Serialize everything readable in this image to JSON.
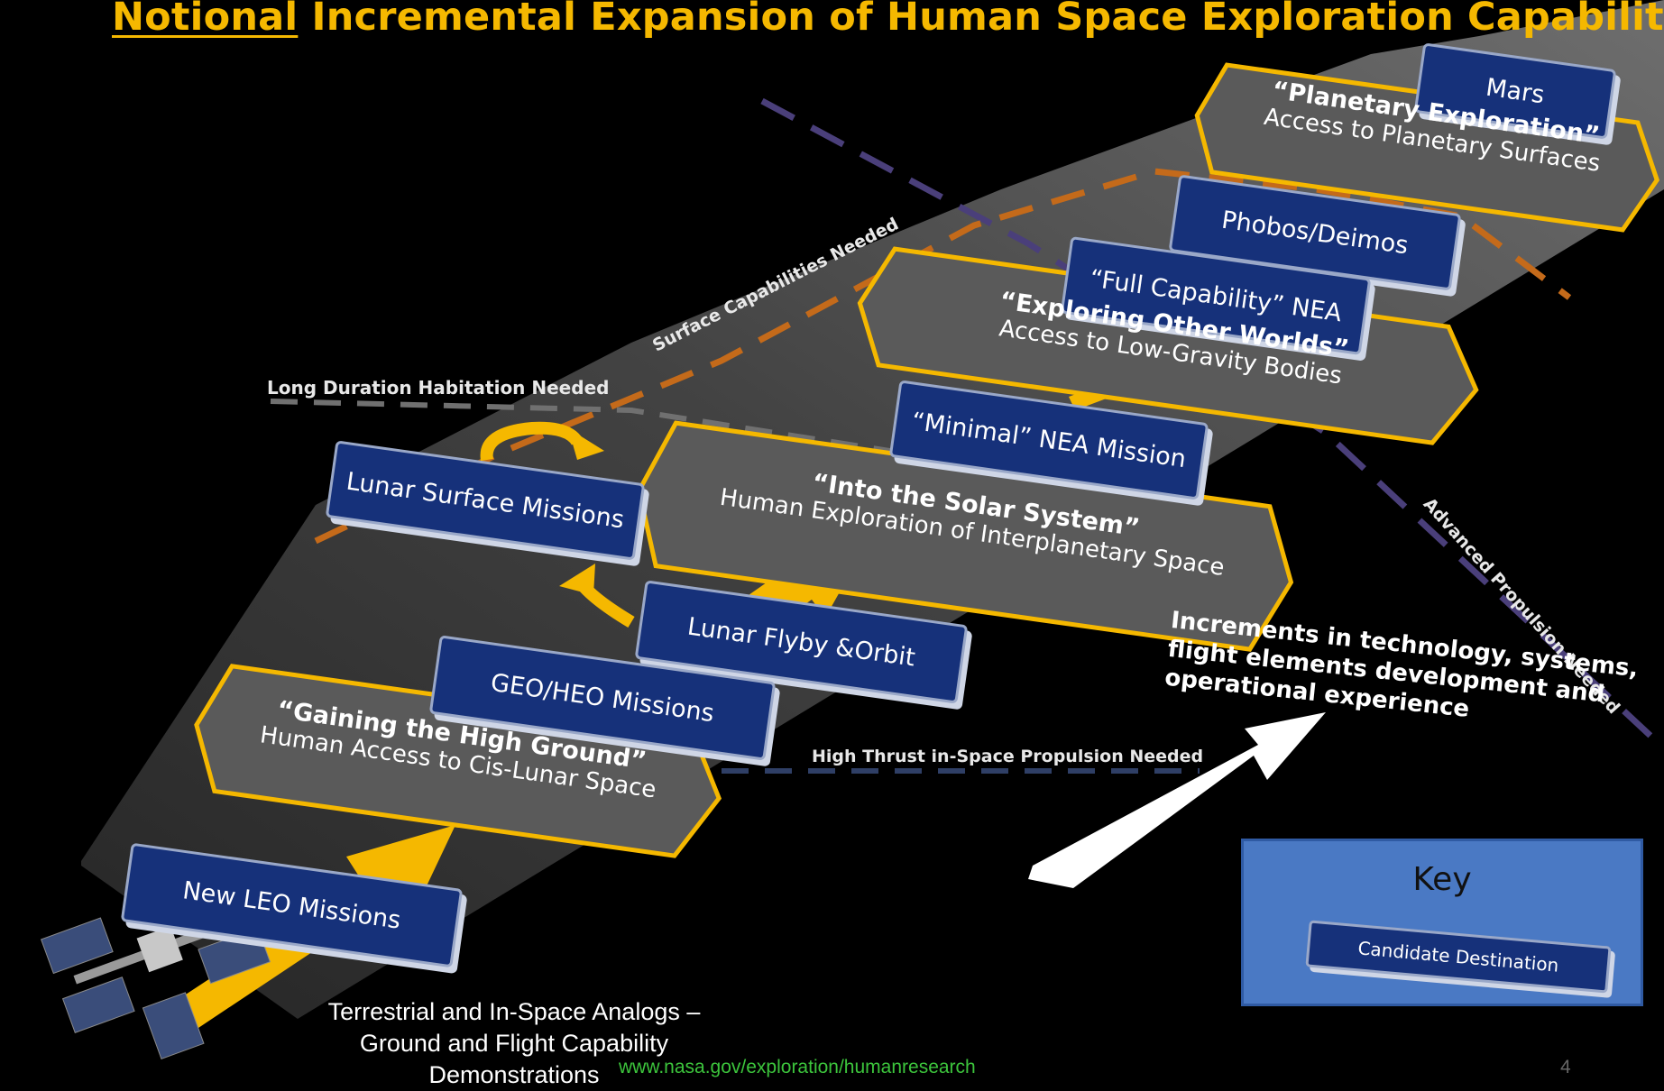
{
  "title": {
    "underlined": "Notional",
    "rest": " Incremental Expansion of Human Space Exploration Capabilities"
  },
  "destinations": {
    "mars": "Mars",
    "phobos_deimos": "Phobos/Deimos",
    "full_nea": "“Full Capability” NEA",
    "minimal_nea": "“Minimal” NEA Mission",
    "lunar_surface": "Lunar Surface Missions",
    "lunar_flyby": "Lunar Flyby &Orbit",
    "geo_heo": "GEO/HEO Missions",
    "new_leo": "New LEO Missions"
  },
  "stages": {
    "planetary": {
      "title": "“Planetary Exploration”",
      "subtitle": "Access to Planetary Surfaces"
    },
    "other_worlds": {
      "title": "“Exploring Other Worlds”",
      "subtitle": "Access to Low-Gravity Bodies"
    },
    "solar_system": {
      "title": "“Into the Solar System”",
      "subtitle": "Human Exploration of Interplanetary Space"
    },
    "high_ground": {
      "title": "“Gaining the High Ground”",
      "subtitle": "Human Access to Cis-Lunar Space"
    }
  },
  "annotations": {
    "surface": "Surface Capabilities Needed",
    "habitation": "Long Duration Habitation Needed",
    "propulsion_adv": "Advanced Propulsion Needed",
    "propulsion_high": "High Thrust in-Space Propulsion Needed"
  },
  "increments": {
    "line1": "Increments in technology, systems,",
    "line2": "flight elements development and",
    "line3": "operational experience"
  },
  "key": {
    "title": "Key",
    "item": "Candidate Destination"
  },
  "analogs": {
    "line1": "Terrestrial and In-Space Analogs –",
    "line2": "Ground and Flight Capability",
    "line3": "Demonstrations"
  },
  "url": "www.nasa.gov/exploration/humanresearch",
  "page_number": "4",
  "colors": {
    "accent_gold": "#f5b800",
    "destination_blue": "#16317a",
    "stage_gray": "#5a5a5a",
    "url_green": "#3cc43c",
    "key_blue": "#4a79c4"
  }
}
